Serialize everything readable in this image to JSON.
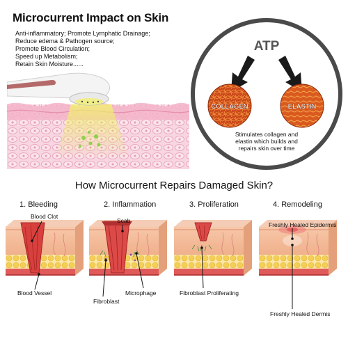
{
  "header": {
    "title": "Microcurrent Impact on Skin",
    "benefits": [
      "Anti-inflammatory; Promote Lymphatic Drainage;",
      "Reduce edema & Pathogen source;",
      "Promote Blood Circulation;",
      "Speed up Metabolism;",
      "Retain Skin Moisture......"
    ]
  },
  "atp_diagram": {
    "atp_label": "ATP",
    "collagen_label": "COLLAGEN",
    "elastin_label": "ELASTIN",
    "caption_lines": [
      "Stimulates collagen and",
      "elastin which builds and",
      "repairs skin over time"
    ]
  },
  "repair": {
    "title": "How Microcurrent Repairs Damaged Skin?",
    "stages": [
      {
        "title": "1. Bleeding",
        "top_label": "Blood Clot",
        "bottom_labels": [
          "Blood Vessel"
        ]
      },
      {
        "title": "2. Inflammation",
        "top_label": "Scab",
        "bottom_labels": [
          "Fibroblast",
          "Microphage"
        ]
      },
      {
        "title": "3. Proliferation",
        "top_label": "",
        "bottom_labels": [
          "Fibroblast Proliferating"
        ]
      },
      {
        "title": "4. Remodeling",
        "top_label": "Freshly Healed Epidermis",
        "bottom_labels": [
          "Freshly Healed Dermis"
        ]
      }
    ]
  },
  "colors": {
    "skin_pink": "#f6c8d6",
    "dermis_red": "#e05a5a",
    "fat_yellow": "#f3cf55",
    "collagen_orange": "#d4571c",
    "arrow_black": "#1a1a1a",
    "device_white": "#f4f4f4",
    "device_rose": "#b46a6a",
    "glow_yellow": "#e8ea5a"
  }
}
